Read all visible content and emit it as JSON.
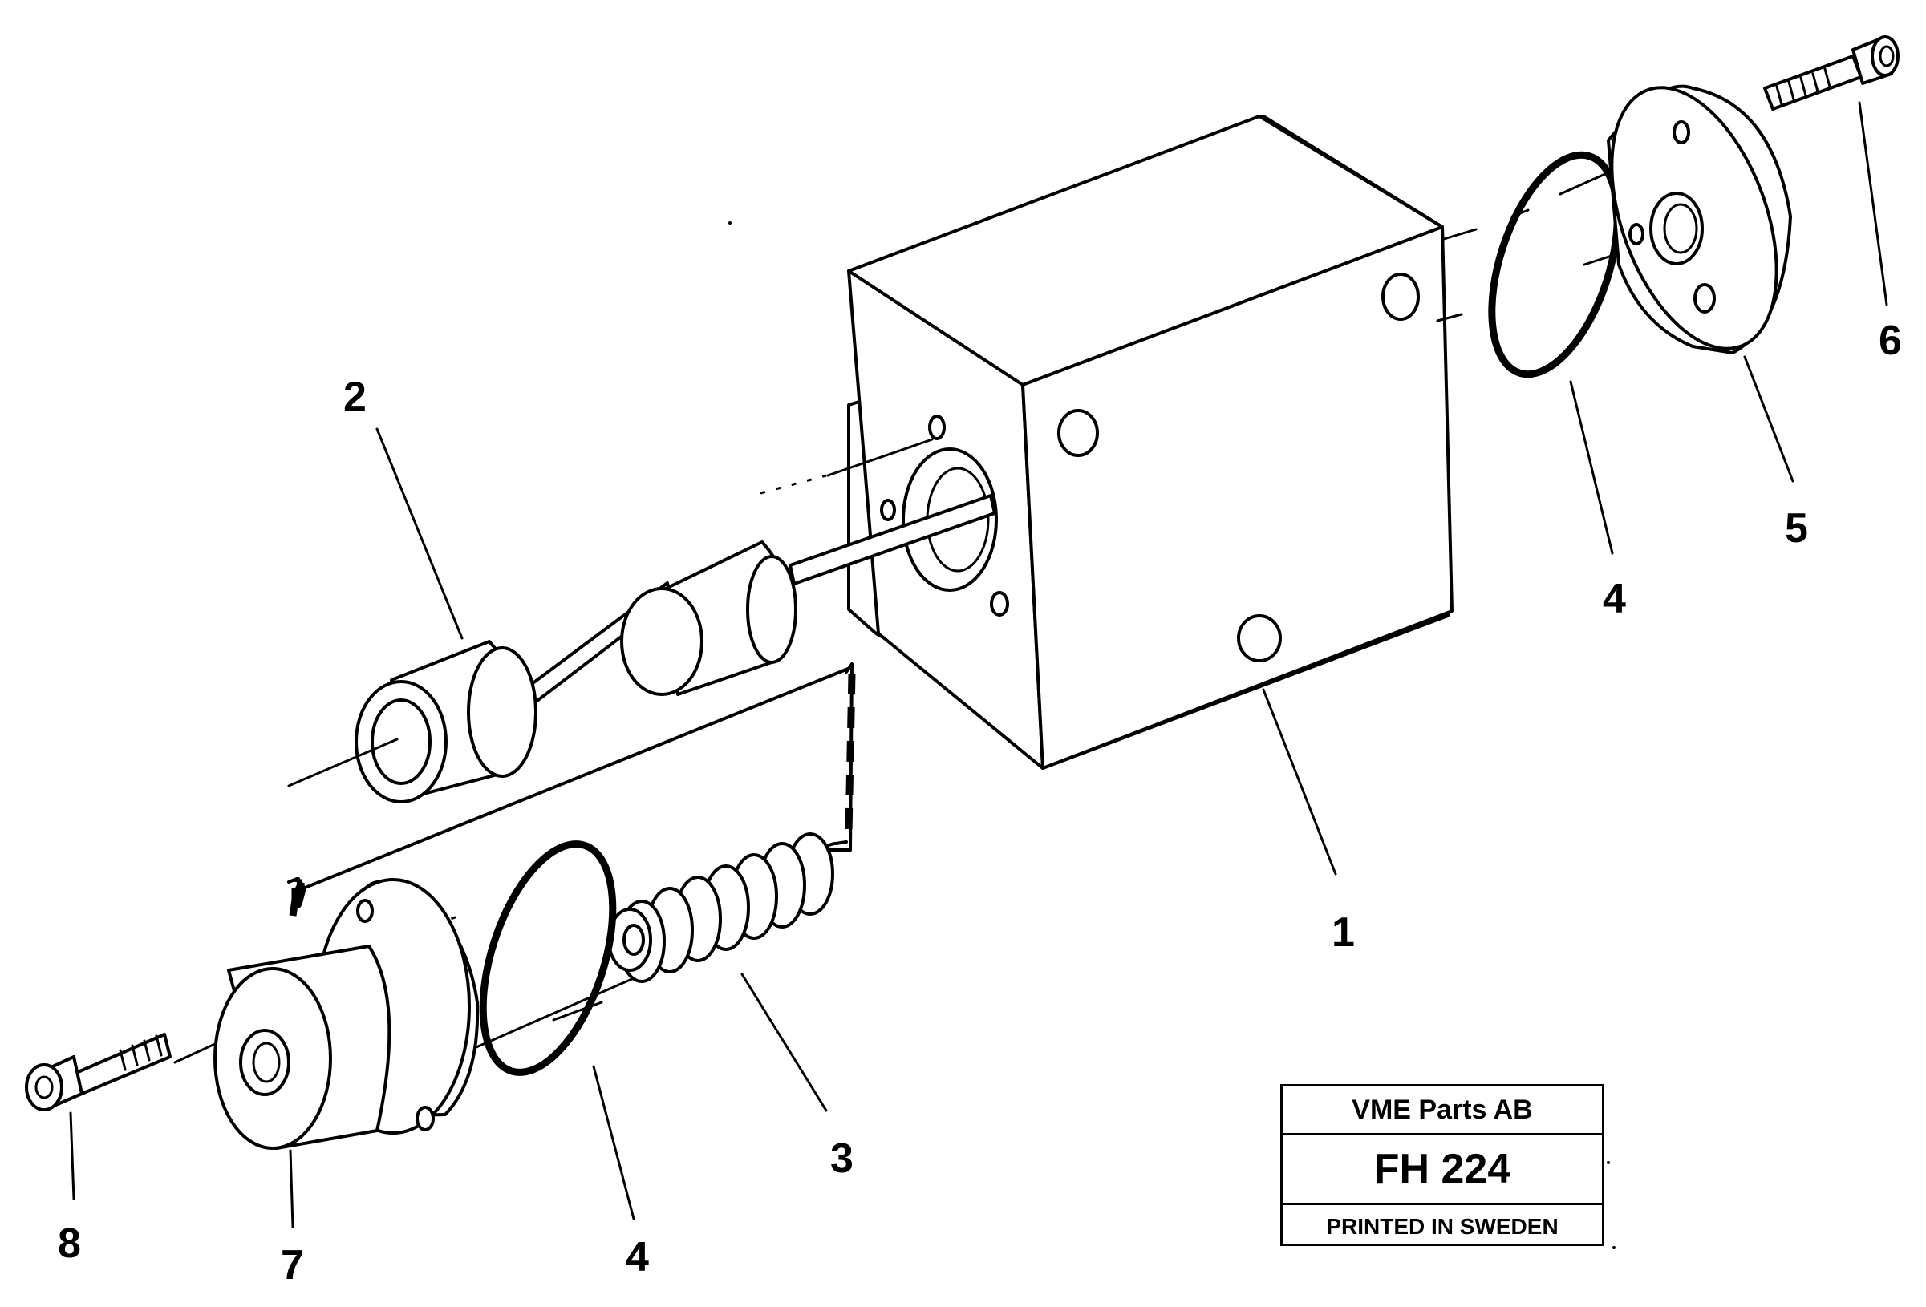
{
  "callouts": {
    "c1": "1",
    "c2": "2",
    "c3": "3",
    "c4a": "4",
    "c4b": "4",
    "c5": "5",
    "c6": "6",
    "c7": "7",
    "c8": "8"
  },
  "stamp": {
    "company": "VME Parts AB",
    "code": "FH 224",
    "printed": "PRINTED IN SWEDEN"
  }
}
